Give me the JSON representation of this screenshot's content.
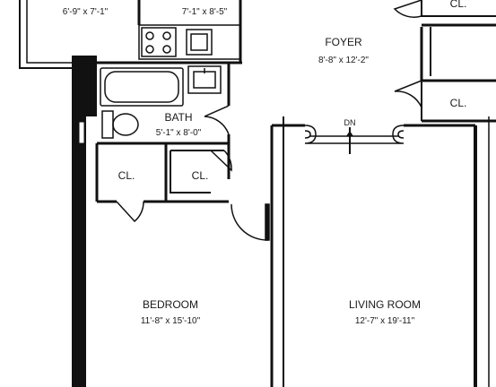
{
  "rooms": {
    "top_left_dim": "6'-9\" x 7'-1\"",
    "kitchen_dim": "7'-1\" x 8'-5\"",
    "foyer": {
      "name": "FOYER",
      "dim": "8'-8\" x 12'-2\""
    },
    "bath": {
      "name": "BATH",
      "dim": "5'-1\" x 8'-0\""
    },
    "bedroom": {
      "name": "BEDROOM",
      "dim": "11'-8\" x 15'-10\""
    },
    "living": {
      "name": "LIVING ROOM",
      "dim": "12'-7\" x 19'-11\""
    }
  },
  "closets": {
    "top_right": "CL.",
    "right": "CL.",
    "bath_left": "CL.",
    "bath_right": "CL."
  },
  "stairs": {
    "label": "DN"
  },
  "colors": {
    "wall": "#111111",
    "background": "#ffffff"
  }
}
